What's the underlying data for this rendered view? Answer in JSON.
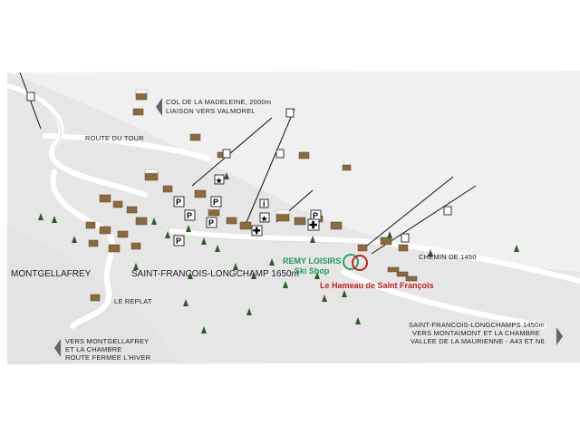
{
  "labels": {
    "col": "COL DE LA MADELEINE, 2000m",
    "liaison": "LIAISON VERS VALMOREL",
    "route_tour": "ROUTE DU TOUR",
    "montgellafrey": "MONTGELLAFREY",
    "saint_francois": "SAINT-FRANCOIS-LONGCHAMP 1650m",
    "le_replat": "LE REPLAT",
    "chemin": "CHEMIN DE 1450",
    "shop_name": "REMY LOISIRS",
    "shop_sub": "Ski Shop",
    "hameau": "Le Hameau de Saint François",
    "vers_left_1": "VERS MONTGELLAFREY",
    "vers_left_2": "ET LA CHAMBRE",
    "vers_left_3": "ROUTE FERMEE L'HIVER",
    "vers_right_1": "SAINT-FRANCOIS-LONGCHAMPS 1450m",
    "vers_right_2": "VERS MONTAIMONT ET LA CHAMBRE",
    "vers_right_3": "VALLEE DE LA MAURIENNE - A43 ET N6"
  },
  "icons": {
    "parking": "P",
    "info": "i",
    "star": "★",
    "cross": "✚"
  },
  "colors": {
    "snow": "#eeeeee",
    "road": "#ffffff",
    "tree": "#2f5a2a",
    "roof": "#8b6a3e",
    "shop_marker": "#2aa86b",
    "hotel_marker": "#c8201a"
  }
}
